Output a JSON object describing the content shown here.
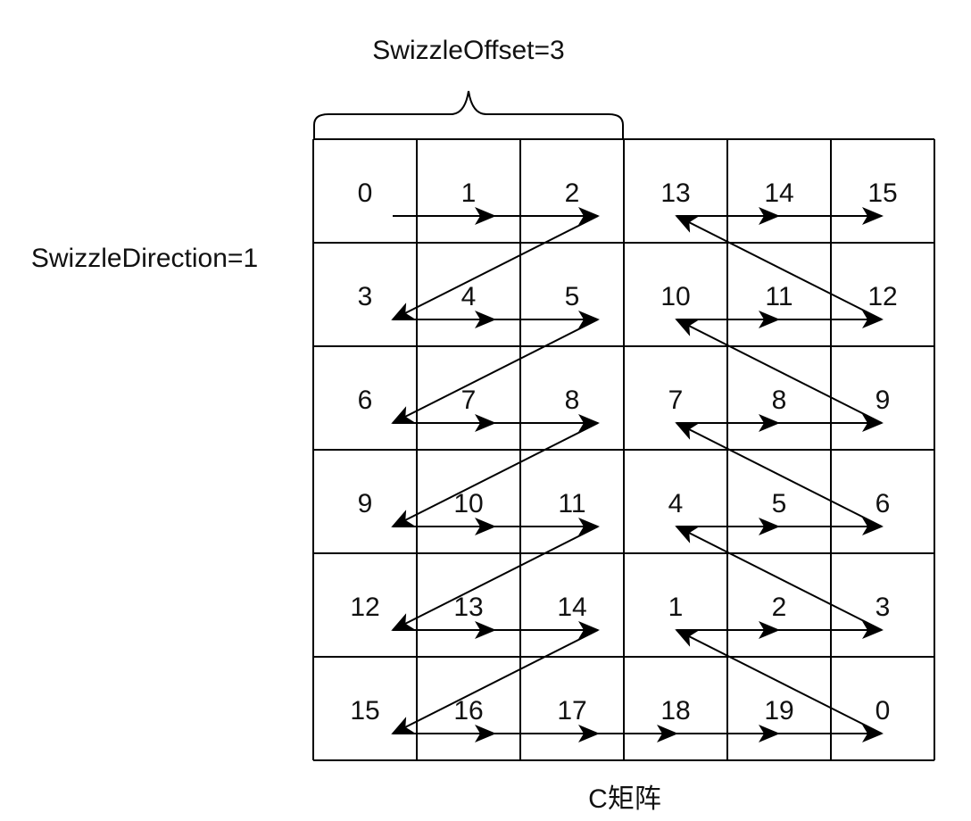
{
  "offset_label": "SwizzleOffset=3",
  "direction_label": "SwizzleDirection=1",
  "matrix_label": "C矩阵",
  "grid": [
    [
      "0",
      "1",
      "2",
      "13",
      "14",
      "15"
    ],
    [
      "3",
      "4",
      "5",
      "10",
      "11",
      "12"
    ],
    [
      "6",
      "7",
      "8",
      "7",
      "8",
      "9"
    ],
    [
      "9",
      "10",
      "11",
      "4",
      "5",
      "6"
    ],
    [
      "12",
      "13",
      "14",
      "1",
      "2",
      "3"
    ],
    [
      "15",
      "16",
      "17",
      "18",
      "19",
      "0"
    ]
  ],
  "colors": {
    "line": "#000000",
    "text": "#111111",
    "background": "#ffffff"
  }
}
